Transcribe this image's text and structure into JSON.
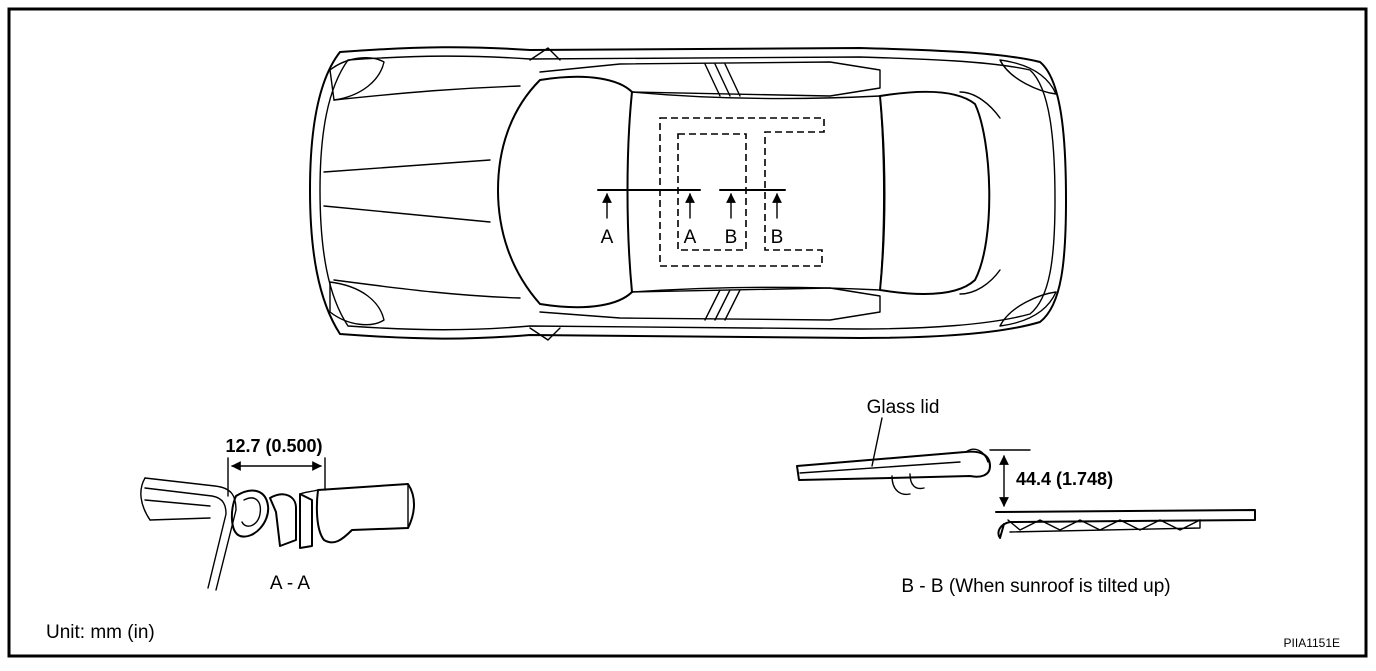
{
  "section_markers": {
    "a_left": "A",
    "a_right": "A",
    "b_left": "B",
    "b_right": "B"
  },
  "section_aa": {
    "dimension": "12.7 (0.500)",
    "caption": "A - A"
  },
  "section_bb": {
    "callout": "Glass lid",
    "dimension": "44.4 (1.748)",
    "caption": "B - B  (When sunroof is tilted up)"
  },
  "footer": {
    "unit": "Unit: mm (in)",
    "code": "PIIA1151E"
  }
}
